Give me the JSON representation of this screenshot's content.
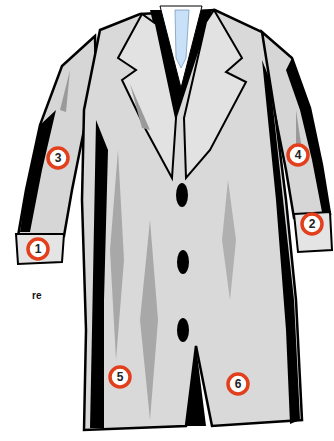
{
  "diagram": {
    "nodes": [
      {
        "text": [
          "3"
        ]
      },
      {
        "text": [
          "4"
        ]
      },
      {
        "text": [
          "1"
        ]
      },
      {
        "text": [
          "2"
        ]
      },
      {
        "text": [
          "5"
        ]
      },
      {
        "text": [
          "6"
        ]
      }
    ],
    "labels": [
      "re"
    ]
  }
}
